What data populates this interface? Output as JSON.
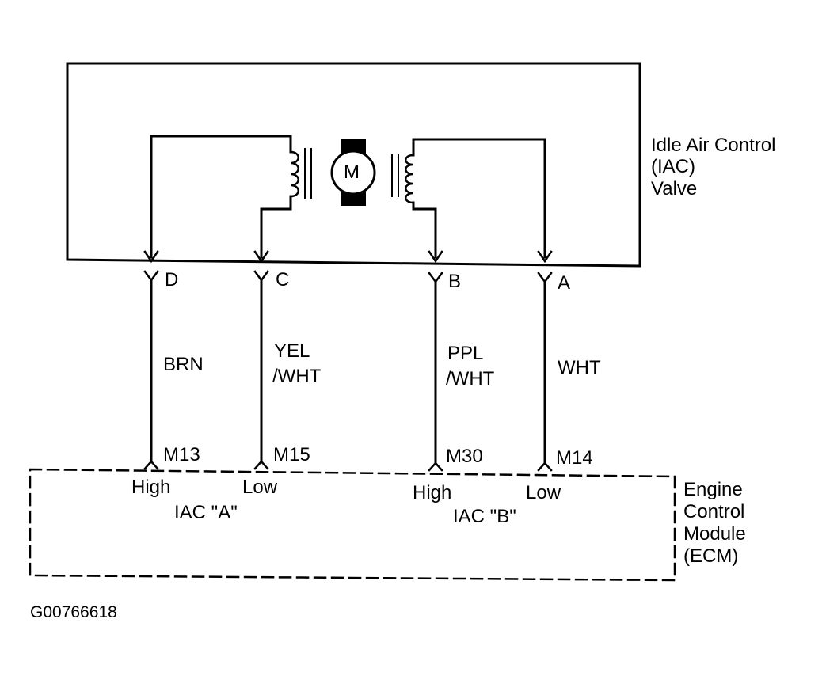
{
  "valve": {
    "label_line1": "Idle Air Control",
    "label_line2": "(IAC)",
    "label_line3": "Valve",
    "motor_symbol": "M"
  },
  "connector_pins": {
    "d": "D",
    "c": "C",
    "b": "B",
    "a": "A"
  },
  "wires": {
    "d": "BRN",
    "c_line1": "YEL",
    "c_line2": "/WHT",
    "b_line1": "PPL",
    "b_line2": "/WHT",
    "a": "WHT"
  },
  "ecm_terminals": {
    "m13": "M13",
    "m15": "M15",
    "m30": "M30",
    "m14": "M14"
  },
  "ecm": {
    "high_a": "High",
    "low_a": "Low",
    "group_a": "IAC \"A\"",
    "high_b": "High",
    "low_b": "Low",
    "group_b": "IAC \"B\"",
    "label_line1": "Engine",
    "label_line2": "Control",
    "label_line3": "Module",
    "label_line4": "(ECM)"
  },
  "figure_id": "G00766618"
}
